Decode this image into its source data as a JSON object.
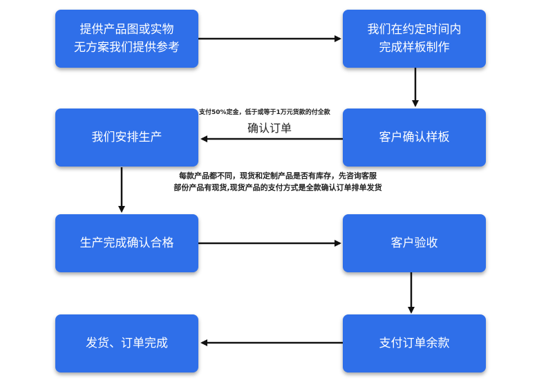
{
  "steps": {
    "s1": "提供产品图或实物\n无方案我们提供参考",
    "s2": "我们在约定时间内\n完成样板制作",
    "s3": "客户确认样板",
    "s4": "我们安排生产",
    "s5": "生产完成确认合格",
    "s6": "客户验收",
    "s7": "支付订单余款",
    "s8": "发货、订单完成"
  },
  "notes": {
    "deposit": "支付50%定金，低于或等于1万元货款的付全款",
    "confirm_order": "确认订单",
    "stock_line1": "每款产品都不同，现货和定制产品是否有库存，先咨询客服",
    "stock_line2": "部份产品有现货,现货产品的支付方式是全款确认订单排单发货"
  },
  "colors": {
    "box": "#2f6fe9",
    "arrow": "#111111"
  }
}
